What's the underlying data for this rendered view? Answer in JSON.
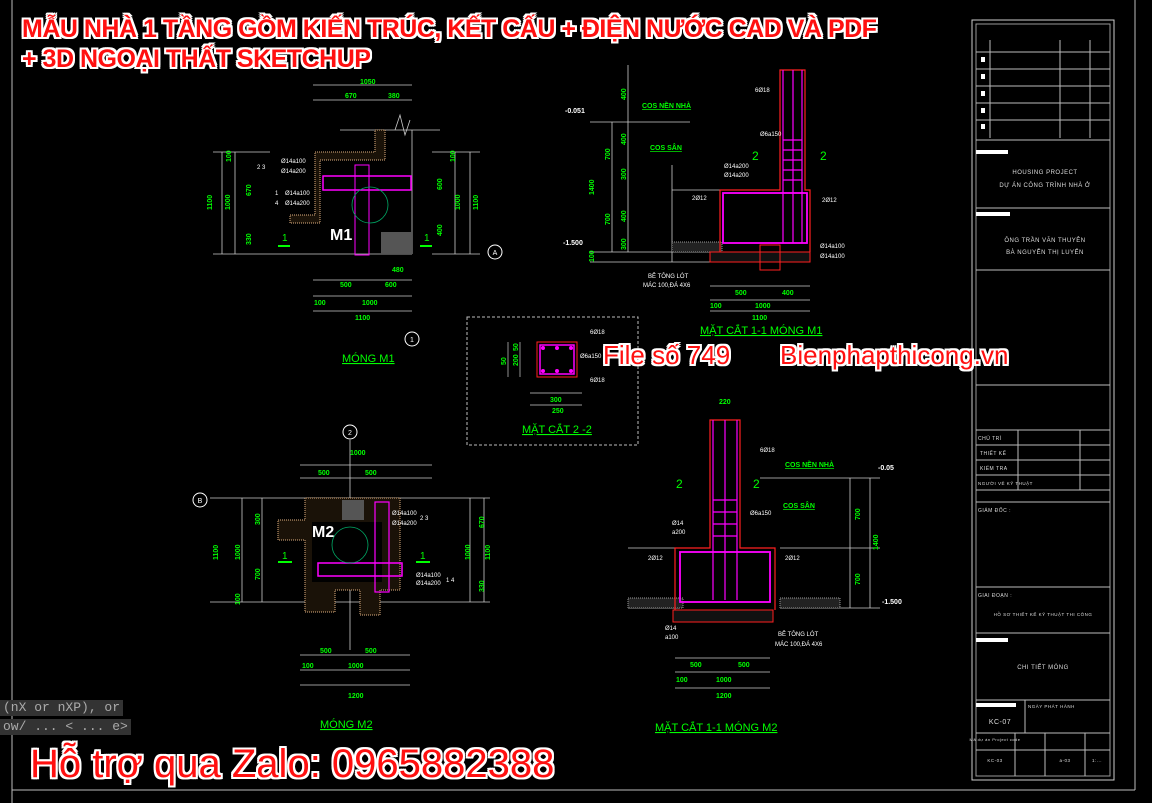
{
  "overlay": {
    "title_line1": "MẪU NHÀ 1 TẦNG GỒM KIẾN TRÚC, KẾT CẤU + ĐIỆN NƯỚC CAD VÀ PDF",
    "title_line2": "+ 3D NGOẠI THẤT SKETCHUP",
    "file_no": "File số 749",
    "website": "Bienphapthicong.vn",
    "support": "Hỗ trợ qua Zalo: 0965882388",
    "accent_color": "#ff1010"
  },
  "command_line": {
    "line1": "(nX or nXP), or",
    "line2": "ow/ ... < ... e>"
  },
  "drawing": {
    "m1_plan": {
      "tag": "M1",
      "title": "MÓNG M1",
      "axis_a": "A",
      "axis_1": "1",
      "cut_mark": "1",
      "top_dims": [
        "670",
        "380",
        "1050"
      ],
      "left_dims": [
        "1100",
        "1000",
        "670",
        "330",
        "100"
      ],
      "right_dims": [
        "1100",
        "1000",
        "600",
        "400",
        "100"
      ],
      "bottom_dims": [
        "480",
        "500",
        "600",
        "100",
        "1000",
        "1100"
      ],
      "rebar": [
        {
          "marks": "2 3",
          "text1": "Ø14a100",
          "text2": "Ø14a200"
        },
        {
          "marks": "1",
          "text1": "Ø14a100"
        },
        {
          "marks": "4",
          "text1": "Ø14a200"
        }
      ]
    },
    "m1_section": {
      "title": "MẶT CẮT 1-1 MÓNG M1",
      "level_top": "-0.051",
      "level_bottom": "-1.500",
      "cos_nen": "COS NỀN NHÀ",
      "cos_san": "COS SÂN",
      "bar6": "6Ø18",
      "bar7": "Ø6a150",
      "bar34a": "Ø14a200",
      "bar34b": "Ø14a200",
      "bar5": "2Ø12",
      "bar1": "Ø14a100",
      "bar2": "Ø14a100",
      "cut": "2",
      "lean1": "BÊ TÔNG LÓT",
      "lean2": "MÁC 100,ĐÁ 4X6",
      "left_dims": [
        "400",
        "1400",
        "700",
        "400",
        "300",
        "700",
        "400",
        "300",
        "100"
      ],
      "bottom_dims": [
        "500",
        "400",
        "100",
        "1000",
        "1100"
      ]
    },
    "section22": {
      "title": "MẶT CẮT 2 -2",
      "bar_top": "6Ø18",
      "bar_stirrup": "Ø6a150",
      "bar_bottom": "6Ø18",
      "dims": [
        "300",
        "250",
        "50",
        "200",
        "50"
      ]
    },
    "m2_plan": {
      "tag": "M2",
      "title": "MÓNG M2",
      "axis_b": "B",
      "axis_2": "2",
      "cut_mark": "1",
      "top_dims": [
        "1000",
        "500",
        "500"
      ],
      "left_dims": [
        "1100",
        "1000",
        "300",
        "700",
        "100"
      ],
      "right_dims": [
        "1100",
        "1000",
        "670",
        "330"
      ],
      "bottom_dims": [
        "500",
        "500",
        "100",
        "1000",
        "1200"
      ],
      "rebar": [
        {
          "marks": "2 3",
          "text1": "Ø14a100",
          "text2": "Ø14a200"
        },
        {
          "marks": "1 4",
          "text1": "Ø14a100",
          "text2": "Ø14a200"
        }
      ]
    },
    "m2_section": {
      "title": "MẶT CẮT 1-1 MÓNG M2",
      "level_top": "-0.05",
      "level_bottom": "-1.500",
      "cos_nen": "COS NỀN NHÀ",
      "cos_san": "COS SÂN",
      "bar6": "6Ø18",
      "bar7": "Ø6a150",
      "bar34a": "Ø14",
      "bar34b": "a200",
      "bar5": "2Ø12",
      "bar12a": "Ø14",
      "bar12b": "a100",
      "cut": "2",
      "lean1": "BÊ TÔNG LÓT",
      "lean2": "MÁC 100,ĐÁ 4X6",
      "top_dim": "220",
      "right_dims": [
        "700",
        "1400",
        "700"
      ],
      "bottom_dims": [
        "500",
        "500",
        "100",
        "1000",
        "1200"
      ]
    }
  },
  "title_block": {
    "project_en": "HOUSING PROJECT",
    "project_vi": "DỰ ÁN CÔNG TRÌNH NHÀ Ở",
    "owner1": "ÔNG TRẦN VĂN THUYÊN",
    "owner2": "BÀ NGUYỄN THỊ LUYẾN",
    "roles": [
      "CHỦ TRÌ",
      "THIẾT KẾ",
      "KIỂM TRA",
      "NGƯỜI VẼ KỸ THUẬT"
    ],
    "director": "GIÁM ĐỐC :",
    "phase": "GIAI ĐOẠN :",
    "phase_value": "HỒ SƠ THIẾT KẾ KỸ THUẬT THI CÔNG",
    "sheet_title": "CHI TIẾT MÓNG",
    "sheet_no": "KC-07",
    "issue_date": "NGÀY PHÁT HÀNH",
    "project_code_label": "Mã dự án Project code",
    "project_code": "KC-03",
    "rev": "a-03",
    "scale": "1:..."
  }
}
